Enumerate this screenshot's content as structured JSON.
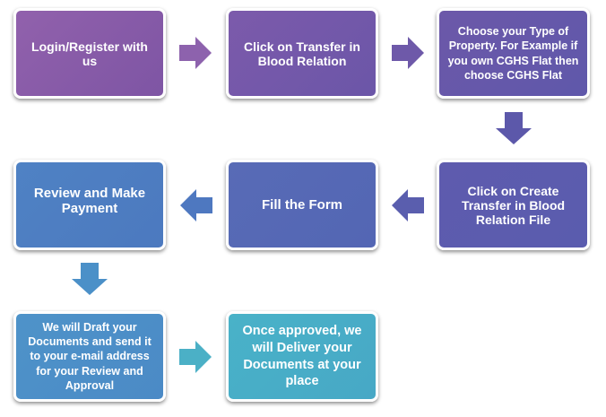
{
  "steps": [
    {
      "id": "login",
      "label": "Login/Register with us"
    },
    {
      "id": "transfer",
      "label": "Click on Transfer in Blood Relation"
    },
    {
      "id": "property",
      "label": "Choose your Type of Property. For Example if you own CGHS Flat then choose CGHS Flat"
    },
    {
      "id": "create",
      "label": "Click on Create Transfer in Blood Relation File"
    },
    {
      "id": "form",
      "label": "Fill the Form"
    },
    {
      "id": "review",
      "label": "Review and Make Payment"
    },
    {
      "id": "draft",
      "label": "We will Draft your Documents and send it to your e-mail address for your Review and Approval"
    },
    {
      "id": "deliver",
      "label": "Once approved, we will Deliver your Documents at your place"
    }
  ],
  "colors": {
    "purple": "#8a5ba8",
    "indigo": "#6a5aaa",
    "blue_violet": "#5a62b2",
    "blue": "#4e7fc2",
    "steel_blue": "#4f8fc8",
    "teal": "#4bb0c6",
    "arrow_purple": "#8d62ad",
    "arrow_indigo": "#6a5aaa",
    "arrow_blue": "#4f8fc8",
    "arrow_teal": "#4bb0c6"
  }
}
